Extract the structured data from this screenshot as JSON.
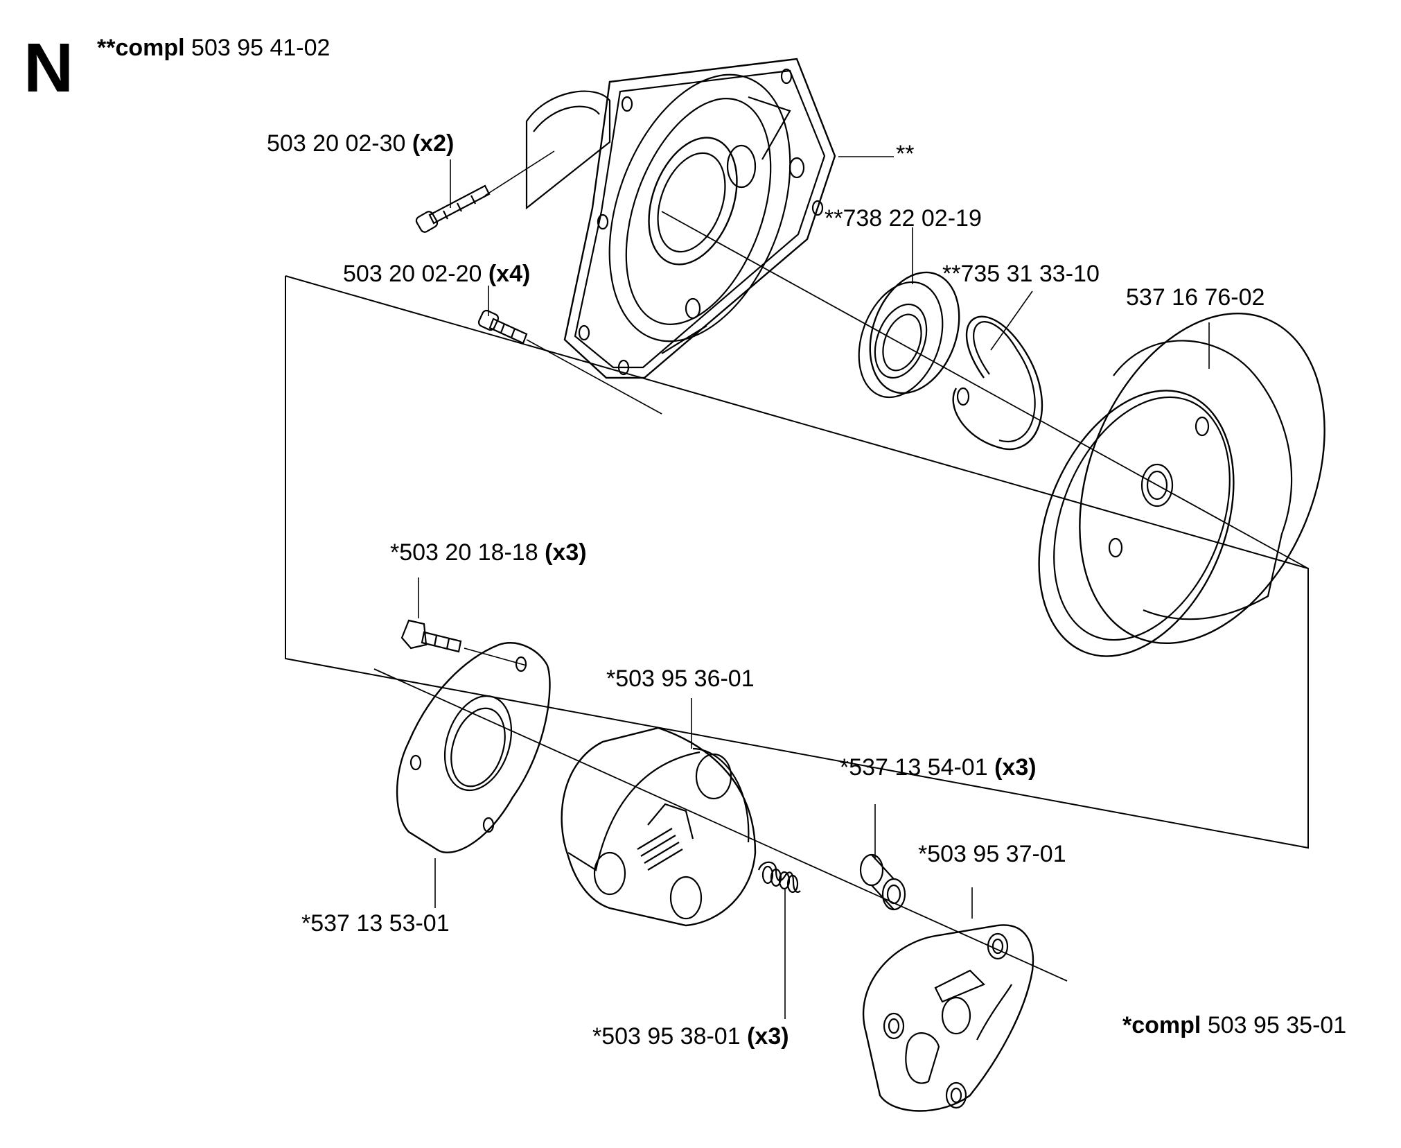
{
  "section": "N",
  "assemblies": {
    "upper": {
      "prefix": "**compl",
      "number": "503 95 41-02"
    },
    "lower": {
      "prefix": "*compl",
      "number": "503 95 35-01"
    }
  },
  "labels": {
    "screw_a": {
      "number": "503 20 02-30",
      "qty": "(x2)"
    },
    "screw_b": {
      "number": "503 20 02-20",
      "qty": "(x4)"
    },
    "housing_ref": {
      "number": "**"
    },
    "bearing": {
      "number": "**738 22 02-19"
    },
    "circlip": {
      "number": "**735 31 33-10"
    },
    "drum": {
      "number": "537 16 76-02"
    },
    "screw_c": {
      "number": "*503 20 18-18",
      "qty": "(x3)"
    },
    "clutch_shoe": {
      "number": "*503 95 36-01"
    },
    "spacer": {
      "number": "*537 13 54-01",
      "qty": "(x3)"
    },
    "clutch_hub": {
      "number": "*503 95 37-01"
    },
    "washer_plate": {
      "number": "*537 13 53-01"
    },
    "spring": {
      "number": "*503 95 38-01",
      "qty": "(x3)"
    }
  }
}
